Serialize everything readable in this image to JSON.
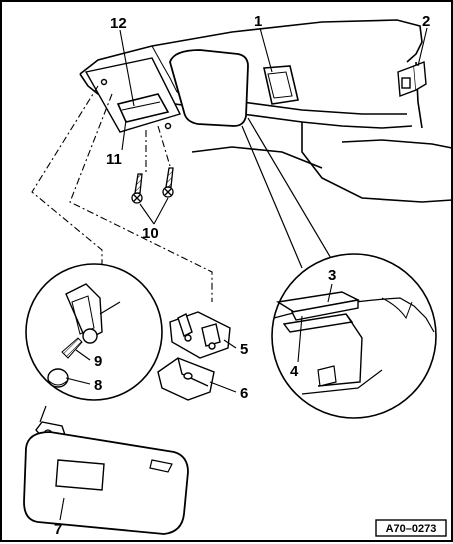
{
  "diagram": {
    "figure_ref": "A70–0273",
    "callouts": {
      "c1": "1",
      "c2": "2",
      "c3": "3",
      "c4": "4",
      "c5": "5",
      "c6": "6",
      "c7": "7",
      "c8": "8",
      "c9": "9",
      "c10": "10",
      "c11": "11",
      "c12": "12"
    }
  }
}
